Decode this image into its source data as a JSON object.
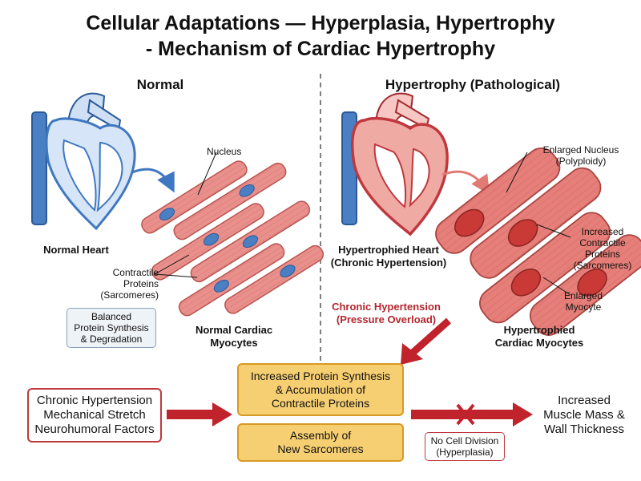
{
  "title": {
    "line1": "Cellular Adaptations — Hyperplasia, Hypertrophy",
    "line2": "- Mechanism of Cardiac Hypertrophy"
  },
  "left_panel": {
    "heading": "Normal",
    "heart_label": "Normal Heart",
    "nucleus_label": "Nucleus",
    "contractile_label": "Contractile\nProteins\n(Sarcomeres)",
    "balanced_label": "Balanced\nProtein Synthesis\n& Degradation",
    "myocytes_label": "Normal Cardiac\nMyocytes"
  },
  "right_panel": {
    "heading": "Hypertrophy (Pathological)",
    "heart_label": "Hypertrophied Heart\n(Chronic Hypertension)",
    "enlarged_nucleus_label": "Enlarged Nucleus\n(Polyploidy)",
    "contractile_label": "Increased\nContractile\nProteins\n(Sarcomeres)",
    "enlarged_myocyte_label": "Enlarged\nMyocyte",
    "chronic_label": "Chronic Hypertension\n(Pressure Overload)",
    "myocytes_label": "Hypertrophied\nCardiac Myocytes"
  },
  "flow": {
    "causes": "Chronic Hypertension\nMechanical Stretch\nNeurohumoral Factors",
    "synthesis": "Increased Protein Synthesis\n& Accumulation of\nContractile Proteins",
    "assembly": "Assembly of\nNew Sarcomeres",
    "no_division": "No Cell Division\n(Hyperplasia)",
    "outcome": "Increased\nMuscle Mass &\nWall Thickness"
  },
  "colors": {
    "normal_fill": "#cfe0f5",
    "normal_stroke": "#3f78c1",
    "hyper_fill": "#f1b2ad",
    "hyper_stroke": "#c0383e",
    "myocyte_normal": "#e9908c",
    "myocyte_hyper": "#e67f79",
    "nucleus_normal": "#4a7fc4",
    "nucleus_hyper": "#c93a36",
    "arrow_red": "#c0232b",
    "box_yellow": "#f7cf73",
    "box_yellow_border": "#d79a22"
  },
  "icons": {
    "arrow": "curved-arrow-icon",
    "cross": "x-cross-icon"
  }
}
